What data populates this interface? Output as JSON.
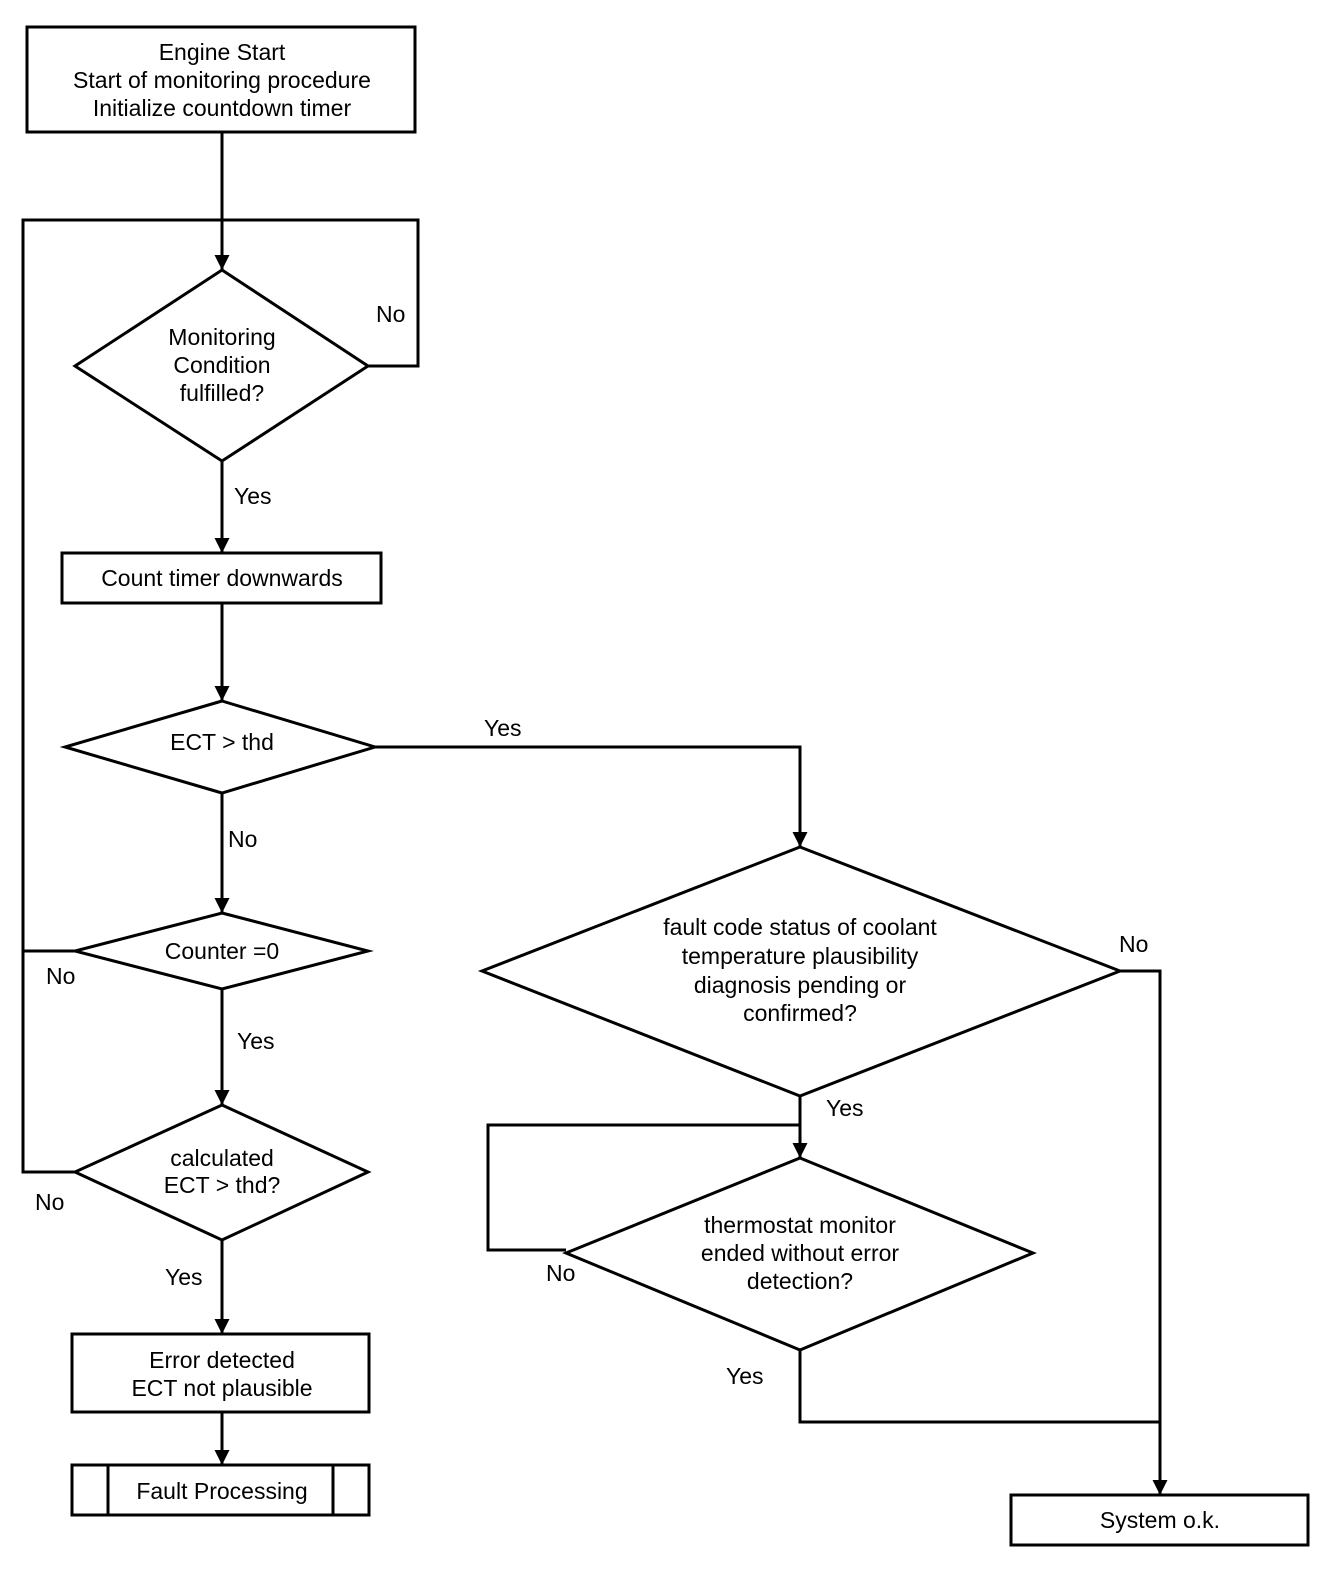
{
  "nodes": {
    "start": [
      "Engine Start",
      "Start of monitoring procedure",
      "Initialize countdown timer"
    ],
    "monitoring": [
      "Monitoring",
      "Condition",
      "fulfilled?"
    ],
    "count_timer": [
      "Count timer downwards"
    ],
    "ect_thd": [
      "ECT > thd"
    ],
    "counter": [
      "Counter =0"
    ],
    "calc_ect": [
      "calculated",
      "ECT > thd?"
    ],
    "error_detected": [
      "Error detected",
      "ECT not plausible"
    ],
    "fault_processing": [
      "Fault Processing"
    ],
    "fault_code": [
      "fault code status of coolant",
      "temperature plausibility",
      "diagnosis pending or",
      "confirmed?"
    ],
    "thermostat": [
      "thermostat monitor",
      "ended without error",
      "detection?"
    ],
    "system_ok": [
      "System o.k."
    ]
  },
  "edge_labels": {
    "monitoring_no": "No",
    "monitoring_yes": "Yes",
    "ect_yes": "Yes",
    "ect_no": "No",
    "counter_no": "No",
    "counter_yes": "Yes",
    "calc_no": "No",
    "calc_yes": "Yes",
    "fault_no": "No",
    "fault_yes": "Yes",
    "thermo_no": "No",
    "thermo_yes": "Yes"
  }
}
